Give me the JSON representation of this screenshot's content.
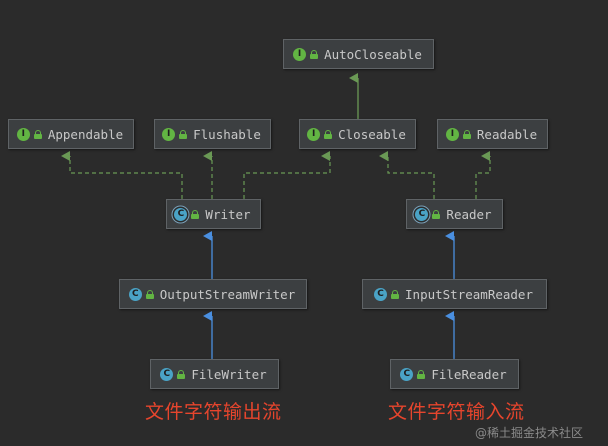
{
  "nodes": {
    "autocloseable": {
      "label": "AutoCloseable",
      "kind": "interface"
    },
    "appendable": {
      "label": "Appendable",
      "kind": "interface"
    },
    "flushable": {
      "label": "Flushable",
      "kind": "interface"
    },
    "closeable": {
      "label": "Closeable",
      "kind": "interface"
    },
    "readable": {
      "label": "Readable",
      "kind": "interface"
    },
    "writer": {
      "label": "Writer",
      "kind": "abstract"
    },
    "reader": {
      "label": "Reader",
      "kind": "abstract"
    },
    "outputstreamwriter": {
      "label": "OutputStreamWriter",
      "kind": "class"
    },
    "inputstreamreader": {
      "label": "InputStreamReader",
      "kind": "class"
    },
    "filewriter": {
      "label": "FileWriter",
      "kind": "class"
    },
    "filereader": {
      "label": "FileReader",
      "kind": "class"
    }
  },
  "badges": {
    "interface": "I",
    "class": "C"
  },
  "colors": {
    "background": "#2b2b2b",
    "implements_edge": "#6a9955",
    "extends_edge": "#4a8fe0",
    "caption": "#e6452d"
  },
  "captions": {
    "writer_stream": "文件字符输出流",
    "reader_stream": "文件字符输入流"
  },
  "watermark": "@稀土掘金技术社区"
}
